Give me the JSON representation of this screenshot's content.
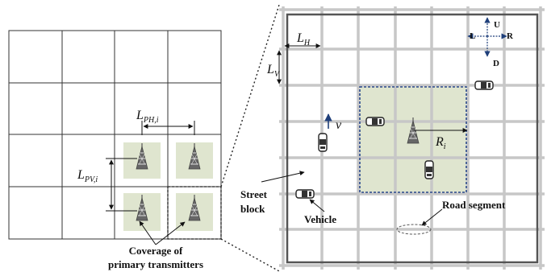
{
  "left_panel": {
    "labels": {
      "l_ph": "L",
      "l_ph_sub": "PH,i",
      "l_pv": "L",
      "l_pv_sub": "PV,i"
    },
    "coverage_caption": [
      "Coverage of",
      "primary transmitters"
    ]
  },
  "right_panel": {
    "labels": {
      "l_h": "L",
      "l_h_sub": "H",
      "l_v": "L",
      "l_v_sub": "V",
      "velocity": "v",
      "radius": "R",
      "radius_sub": "i"
    },
    "compass": {
      "up": "U",
      "down": "D",
      "left": "L",
      "right": "R"
    },
    "annotations": {
      "street_block": [
        "Street",
        "block"
      ],
      "vehicle": "Vehicle",
      "road_segment": "Road segment"
    }
  },
  "colors": {
    "coverage_fill": "#dfe5cf",
    "road_gray": "#c7c7c7",
    "frame": "#555555",
    "arrow_blue": "#1f3f7a",
    "dashed_blue": "#2b4a8c",
    "tower": "#555555"
  }
}
